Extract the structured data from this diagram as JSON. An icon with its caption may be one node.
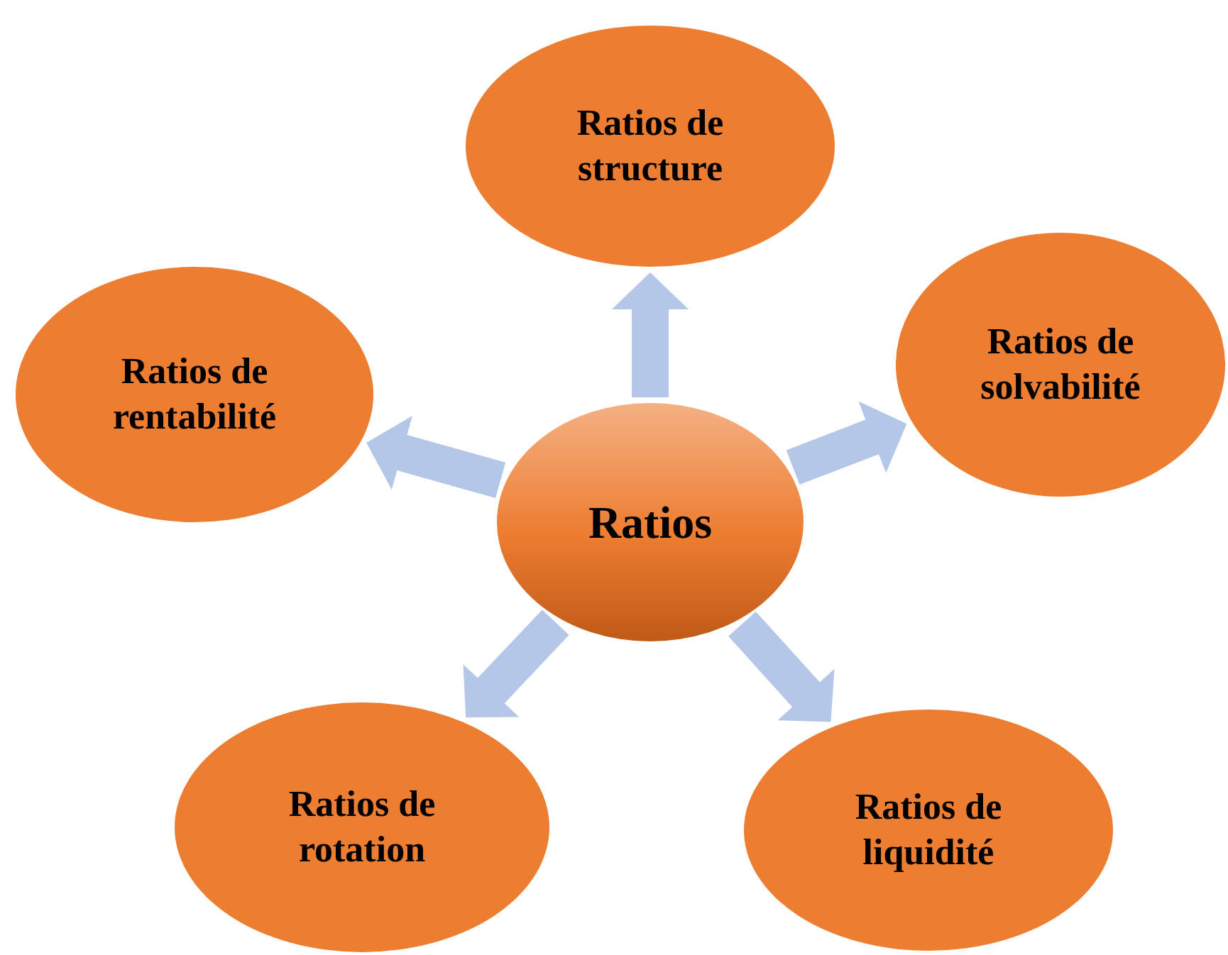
{
  "diagram": {
    "nodes": [
      {
        "text": [
          "Ratios"
        ]
      },
      {
        "text": [
          "Ratios de structure"
        ]
      },
      {
        "text": [
          "Ratios de solvabilité"
        ]
      },
      {
        "text": [
          "Ratios de liquidité"
        ]
      },
      {
        "text": [
          "Ratios de rotation"
        ]
      },
      {
        "text": [
          "Ratios de rentabilité"
        ]
      }
    ],
    "edges": [
      {
        "from": 0,
        "to": 1,
        "arrow": "to"
      },
      {
        "from": 0,
        "to": 2,
        "arrow": "to"
      },
      {
        "from": 0,
        "to": 3,
        "arrow": "to"
      },
      {
        "from": 0,
        "to": 4,
        "arrow": "to"
      },
      {
        "from": 0,
        "to": 5,
        "arrow": "to"
      }
    ]
  }
}
